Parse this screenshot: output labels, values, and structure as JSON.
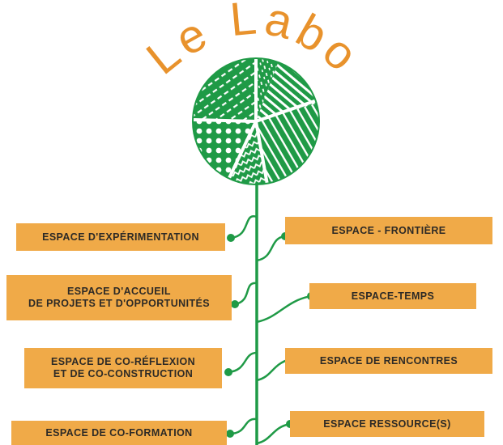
{
  "title": "Le Labo",
  "colors": {
    "green": "#1f9a46",
    "orange": "#e8922c",
    "label_bg": "#f0aa48",
    "text": "#2d2a26"
  },
  "left_labels": [
    {
      "lines": [
        "ESPACE D'EXPÉRIMENTATION"
      ]
    },
    {
      "lines": [
        "ESPACE D'ACCUEIL",
        "DE PROJETS ET D'OPPORTUNITÉS"
      ]
    },
    {
      "lines": [
        "ESPACE DE CO-RÉFLEXION",
        "ET DE CO-CONSTRUCTION"
      ]
    },
    {
      "lines": [
        "ESPACE DE CO-FORMATION"
      ]
    }
  ],
  "right_labels": [
    {
      "lines": [
        "ESPACE - FRONTIÈRE"
      ]
    },
    {
      "lines": [
        "ESPACE-TEMPS"
      ]
    },
    {
      "lines": [
        "ESPACE DE RENCONTRES"
      ]
    },
    {
      "lines": [
        "ESPACE RESSOURCE(S)"
      ]
    }
  ]
}
